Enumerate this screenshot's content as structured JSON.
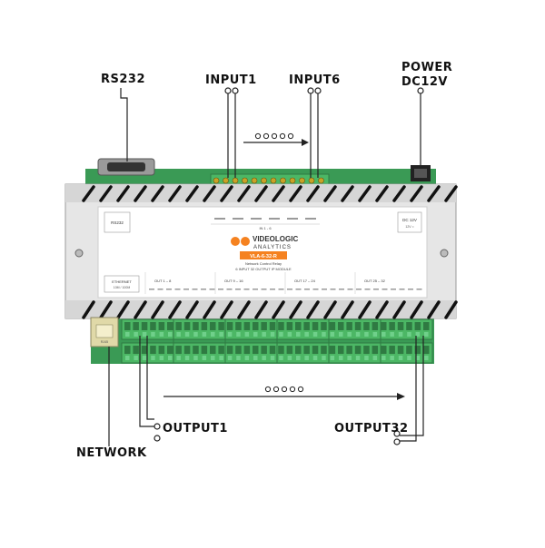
{
  "callouts": {
    "rs232": "RS232",
    "input_first": "INPUT1",
    "input_last": "INPUT6",
    "power_line1": "POWER",
    "power_line2": "DC12V",
    "output_first": "OUTPUT1",
    "output_last": "OUTPUT32",
    "network": "NETWORK"
  },
  "device": {
    "rs232_label": "RS232",
    "dc_label": "DC 12V",
    "dc_sub": "12V =",
    "input_header": "IN 1 - 6",
    "brand_top": "VIDEOLOGIC",
    "brand_bottom": "ANALYTICS",
    "model_badge": "VLA-6-32-R",
    "product_line1": "Network Control Relay",
    "product_line2": "6 INPUT 32 OUTPUT IP MODULE",
    "ethernet_label": "ETHERNET",
    "ethernet_sub": "10M / 100M",
    "output_groups": [
      "OUT 1 – 8",
      "OUT 9 – 16",
      "OUT 17 – 24",
      "OUT 25 – 32"
    ],
    "rj45_label": "RJ45"
  },
  "colors": {
    "board_green": "#3a9a55",
    "terminal_green": "#4cb765",
    "terminal_dark": "#2f7a42",
    "enclosure": "#e8e8e8",
    "label_face": "#ffffff",
    "accent_orange": "#f58220",
    "line": "#222222"
  }
}
